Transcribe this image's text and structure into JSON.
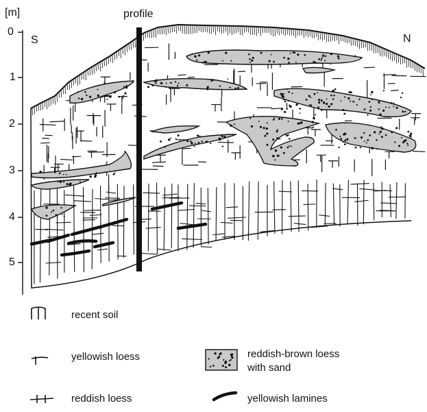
{
  "unit_label": "[m]",
  "depth_ticks": [
    "0",
    "1",
    "2",
    "3",
    "4",
    "5"
  ],
  "profile_label": "profile",
  "south_label": "S",
  "north_label": "N",
  "legend": {
    "recent_soil": "recent soil",
    "yellowish_loess": "yellowish loess",
    "reddish_loess": "reddish loess",
    "reddish_brown_loess_line1": "reddish-brown loess",
    "reddish_brown_loess_line2": "with sand",
    "yellowish_lamines": "yellowish lamines"
  },
  "colors": {
    "ink": "#111111",
    "sand_fill": "#c9c9c9",
    "background": "#ffffff"
  }
}
